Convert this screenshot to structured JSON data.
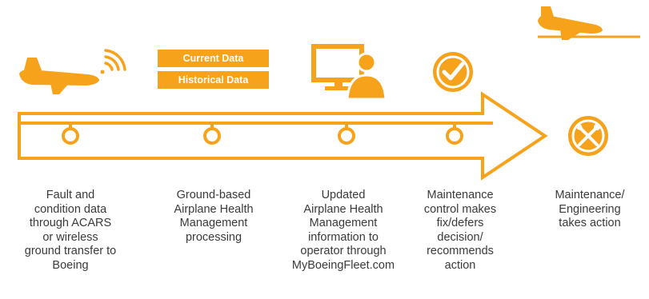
{
  "colors": {
    "accent": "#f7a21b",
    "text": "#3a3a3a",
    "background": "#ffffff"
  },
  "data_badges": [
    "Current Data",
    "Historical Data"
  ],
  "icons": [
    "airplane-icon",
    "wireless-signal-icon",
    "data-badges",
    "computer-user-icon",
    "checkmark-circle-icon",
    "tools-icon",
    "airplane-departing-icon"
  ],
  "steps": [
    {
      "text": "Fault and\ncondition data\nthrough ACARS\nor wireless\nground transfer to\nBoeing"
    },
    {
      "text": "Ground-based\nAirplane Health\nManagement\nprocessing"
    },
    {
      "text": "Updated\nAirplane Health\nManagement\ninformation to\noperator through\nMyBoeingFleet.com"
    },
    {
      "text": "Maintenance\ncontrol makes\nfix/defers\ndecision/\nrecommends\naction"
    },
    {
      "text": "Maintenance/\nEngineering\ntakes action"
    }
  ]
}
